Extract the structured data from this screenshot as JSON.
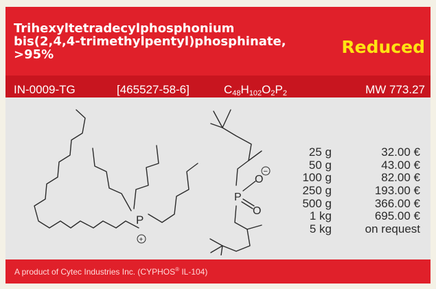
{
  "product": {
    "name_line1": "Trihexyltetradecylphosphonium",
    "name_line2": "bis(2,4,4-trimethylpentyl)phosphinate,",
    "name_line3": ">95%",
    "badge": "Reduced",
    "code": "IN-0009-TG",
    "cas": "[465527-58-6]",
    "formula": {
      "c": "C",
      "c_n": "48",
      "h": "H",
      "h_n": "102",
      "o": "O",
      "o_n": "2",
      "p": "P",
      "p_n": "2"
    },
    "mw": "MW 773.27"
  },
  "structure": {
    "phosphorus_label": "P",
    "plus_label": "+",
    "oxygen1_label": "O",
    "oxygen2_label": "O",
    "minus_label": "−"
  },
  "prices": [
    {
      "qty": "25 g",
      "price": "32.00 €"
    },
    {
      "qty": "50 g",
      "price": "43.00 €"
    },
    {
      "qty": "100 g",
      "price": "82.00 €"
    },
    {
      "qty": "250 g",
      "price": "193.00 €"
    },
    {
      "qty": "500 g",
      "price": "366.00 €"
    },
    {
      "qty": "1 kg",
      "price": "695.00 €"
    },
    {
      "qty": "5 kg",
      "price": "on request"
    }
  ],
  "footer": {
    "text_before": "A product of Cytec Industries Inc. (CYPHOS",
    "reg": "®",
    "text_after": " IL-104)"
  },
  "colors": {
    "header_red": "#e0202a",
    "infobar_red": "#c8151f",
    "badge_yellow": "#ffe312",
    "body_gray": "#e6e6e6"
  }
}
